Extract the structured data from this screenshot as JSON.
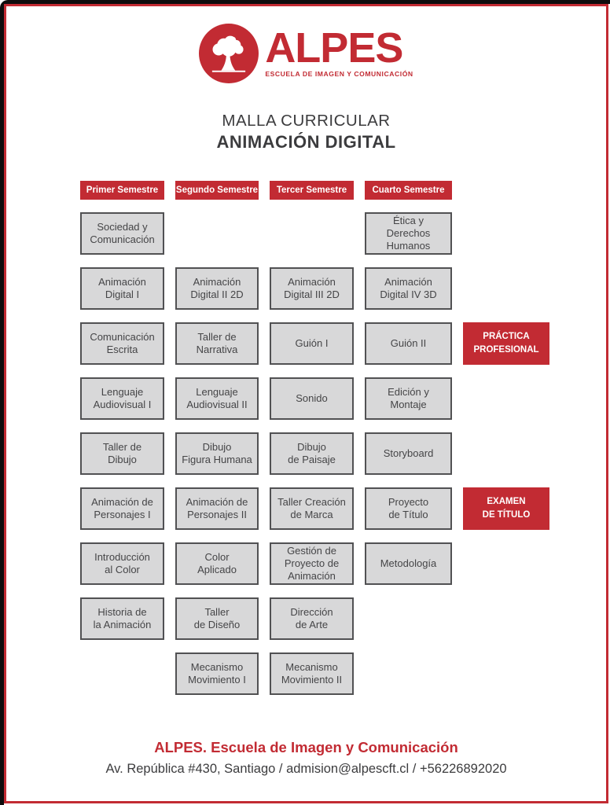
{
  "logo": {
    "icon": "tree-icon",
    "wordmark": "ALPES",
    "tagline": "ESCUELA DE IMAGEN Y COMUNICACIÓN"
  },
  "title": "MALLA CURRICULAR",
  "subtitle": "ANIMACIÓN DIGITAL",
  "colors": {
    "brand_red": "#c22b33",
    "course_fill": "#d8d8d9",
    "course_border": "#515153",
    "text_dark": "#3c3c3e"
  },
  "semesters": [
    "Primer Semestre",
    "Segundo Semestre",
    "Tercer Semestre",
    "Cuarto Semestre"
  ],
  "courses": [
    {
      "name": "Sociedad y\nComunicación"
    },
    {
      "name": "Ética y\nDerechos\nHumanos"
    },
    {
      "name": "Animación\nDigital I"
    },
    {
      "name": "Animación\nDigital II 2D"
    },
    {
      "name": "Animación\nDigital III 2D"
    },
    {
      "name": "Animación\nDigital IV 3D"
    },
    {
      "name": "Comunicación\nEscrita"
    },
    {
      "name": "Taller de\nNarrativa"
    },
    {
      "name": "Guión I"
    },
    {
      "name": "Guión II"
    },
    {
      "name": "Lenguaje\nAudiovisual I"
    },
    {
      "name": "Lenguaje\nAudiovisual II"
    },
    {
      "name": "Sonido"
    },
    {
      "name": "Edición y\nMontaje"
    },
    {
      "name": "Taller de\nDibujo"
    },
    {
      "name": "Dibujo\nFigura Humana"
    },
    {
      "name": "Dibujo\nde Paisaje"
    },
    {
      "name": "Storyboard"
    },
    {
      "name": "Animación de\nPersonajes I"
    },
    {
      "name": "Animación de\nPersonajes II"
    },
    {
      "name": "Taller Creación\nde Marca"
    },
    {
      "name": "Proyecto\nde Título"
    },
    {
      "name": "Introducción\nal Color"
    },
    {
      "name": "Color\nAplicado"
    },
    {
      "name": "Gestión de\nProyecto de\nAnimación"
    },
    {
      "name": "Metodología"
    },
    {
      "name": "Historia de\nla Animación"
    },
    {
      "name": "Taller\nde Diseño"
    },
    {
      "name": "Dirección\nde Arte"
    },
    {
      "name": "Mecanismo\nMovimiento I"
    },
    {
      "name": "Mecanismo\nMovimiento II"
    }
  ],
  "milestones": [
    {
      "name": "PRÁCTICA\nPROFESIONAL"
    },
    {
      "name": "EXAMEN\nDE TÍTULO"
    }
  ],
  "footer": {
    "school": "ALPES. Escuela de Imagen y Comunicación",
    "contact": "Av. República #430, Santiago / admision@alpescft.cl / +56226892020"
  }
}
